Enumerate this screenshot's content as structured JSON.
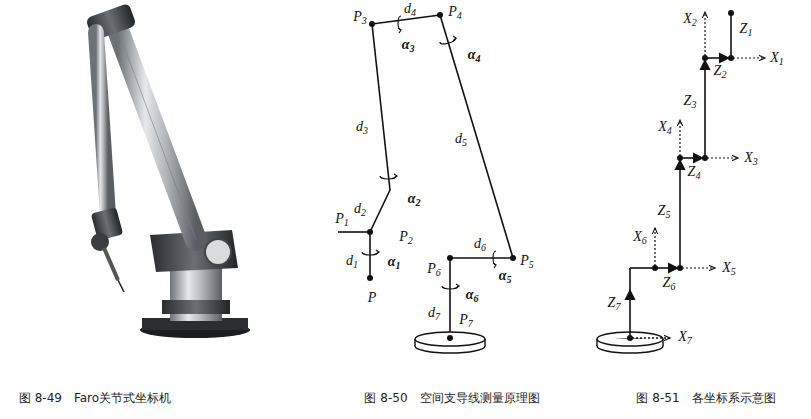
{
  "diagram": {
    "labels": [
      "P3",
      "d4",
      "P4",
      "α3",
      "α4",
      "d3",
      "d5",
      "α2",
      "d2",
      "P1",
      "P2",
      "α1",
      "d1",
      "P",
      "d6",
      "P6",
      "P5",
      "α5",
      "α6",
      "d7",
      "P7",
      "Z1",
      "X2",
      "X1",
      "Z2",
      "Z3",
      "X4",
      "X3",
      "Z4",
      "Z5",
      "X6",
      "X5",
      "Z6",
      "Z7",
      "X7",
      "图 8-49　Faro关节式坐标机",
      "图 8-50　空间支导线测量原理图",
      "图 8-51　各坐标系示意图"
    ]
  }
}
